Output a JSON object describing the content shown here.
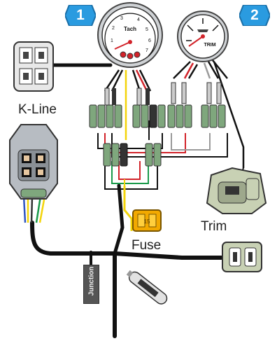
{
  "badges": {
    "gauge1": "1",
    "gauge2": "2"
  },
  "badge_color": "#2a9be0",
  "gauges": {
    "tach": {
      "label": "Tach",
      "ticks": [
        "1",
        "2",
        "3",
        "4",
        "5",
        "6",
        "7"
      ]
    },
    "trim": {
      "label": "TRIM"
    }
  },
  "labels": {
    "kline": "K-Line",
    "fuse": "Fuse",
    "trim": "Trim",
    "junction": "Junction"
  },
  "fuse_text": "15",
  "colors": {
    "harness": "#111111",
    "connector": "#c8d1b4",
    "fuse": "#f2a900",
    "wire_red": "#d2232a",
    "wire_yellow": "#f3d40a",
    "wire_gray": "#9a9a9a",
    "shrink_green": "#7fa77d"
  }
}
